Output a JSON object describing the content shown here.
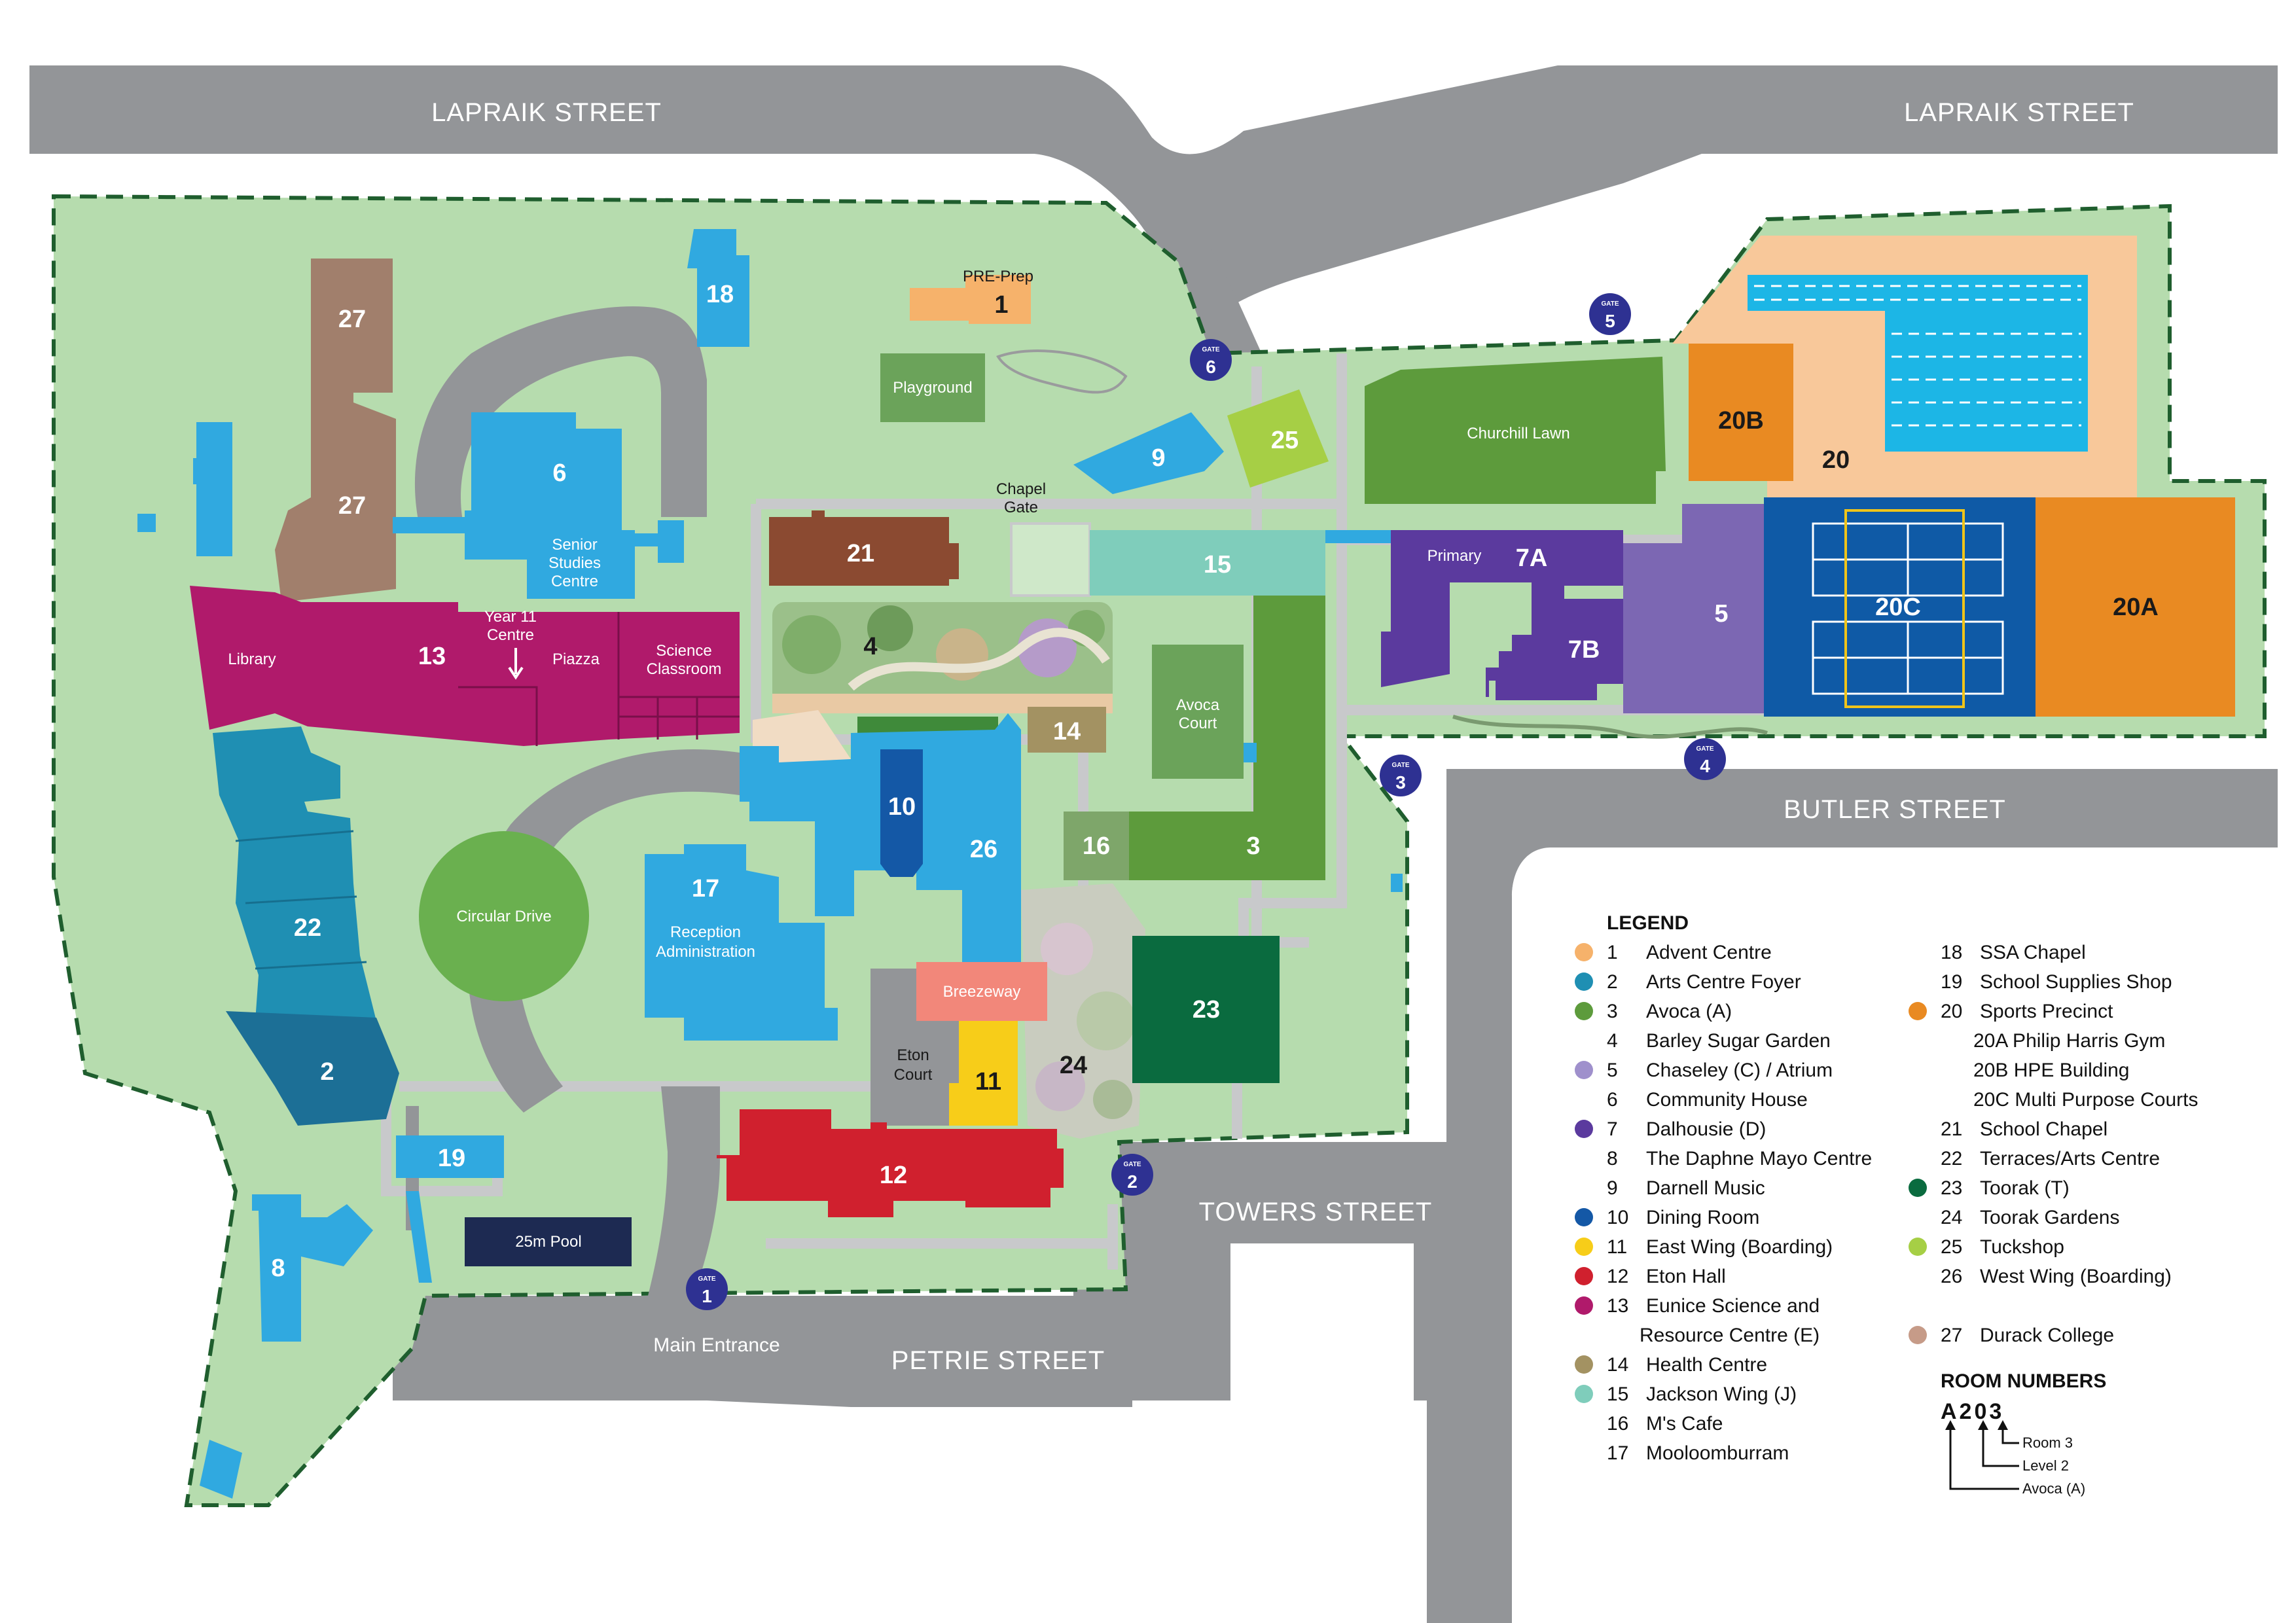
{
  "streets": {
    "lapraik_left": "LAPRAIK STREET",
    "lapraik_right": "LAPRAIK STREET",
    "butler": "BUTLER STREET",
    "towers": "TOWERS STREET",
    "petrie": "PETRIE STREET",
    "main_entrance": "Main Entrance"
  },
  "gates": {
    "label": "GATE",
    "g1": "1",
    "g2": "2",
    "g3": "3",
    "g4": "4",
    "g5": "5",
    "g6": "6"
  },
  "buildings": {
    "b1_label": "PRE-Prep",
    "b1_num": "1",
    "b2_num": "2",
    "b3_num": "3",
    "b4_num": "4",
    "b5_num": "5",
    "b6_num": "6",
    "b7a_num": "7A",
    "b7b_num": "7B",
    "primary": "Primary",
    "b8_num": "8",
    "b9_num": "9",
    "b10_num": "10",
    "b11_num": "11",
    "b12_num": "12",
    "b13_num": "13",
    "library": "Library",
    "year11_line1": "Year 11",
    "year11_line2": "Centre",
    "piazza": "Piazza",
    "science_line1": "Science",
    "science_line2": "Classroom",
    "b14_num": "14",
    "b15_num": "15",
    "b16_num": "16",
    "b17_num": "17",
    "reception_line1": "Reception",
    "reception_line2": "Administration",
    "b18_num": "18",
    "b19_num": "19",
    "b20_num": "20",
    "b20a_num": "20A",
    "b20b_num": "20B",
    "b20c_num": "20C",
    "b21_num": "21",
    "b22_num": "22",
    "b23_num": "23",
    "b24_num": "24",
    "b25_num": "25",
    "b26_num": "26",
    "b27a_num": "27",
    "b27b_num": "27",
    "senior_line1": "Senior",
    "senior_line2": "Studies",
    "senior_line3": "Centre",
    "playground": "Playground",
    "churchill": "Churchill Lawn",
    "chapel_gate_line1": "Chapel",
    "chapel_gate_line2": "Gate",
    "avoca_line1": "Avoca",
    "avoca_line2": "Court",
    "circular": "Circular Drive",
    "breezeway": "Breezeway",
    "eton_line1": "Eton",
    "eton_line2": "Court",
    "pool": "25m Pool"
  },
  "colors": {
    "road": "#939598",
    "grounds": "#b6dcae",
    "boundary": "#1f5e2e",
    "gate": "#2e3192"
  },
  "legend": {
    "title": "LEGEND",
    "col1": [
      {
        "num": "1",
        "name": "Advent Centre",
        "color": "#f6b26b"
      },
      {
        "num": "2",
        "name": "Arts Centre Foyer",
        "color": "#1f8fb3"
      },
      {
        "num": "3",
        "name": "Avoca (A)",
        "color": "#5d9b3c"
      },
      {
        "num": "4",
        "name": "Barley Sugar Garden",
        "color": ""
      },
      {
        "num": "5",
        "name": "Chaseley (C) / Atrium",
        "color": "#9f90cc"
      },
      {
        "num": "6",
        "name": "Community House",
        "color": ""
      },
      {
        "num": "7",
        "name": "Dalhousie (D)",
        "color": "#5b3a9e"
      },
      {
        "num": "8",
        "name": "The Daphne Mayo Centre",
        "color": ""
      },
      {
        "num": "9",
        "name": "Darnell Music",
        "color": ""
      },
      {
        "num": "10",
        "name": "Dining Room",
        "color": "#1458a6"
      },
      {
        "num": "11",
        "name": "East Wing (Boarding)",
        "color": "#f7cd19"
      },
      {
        "num": "12",
        "name": "Eton Hall",
        "color": "#d0202e"
      },
      {
        "num": "13",
        "name": "Eunice Science and",
        "color": "#b01a6b"
      },
      {
        "num": "",
        "name": "Resource Centre (E)",
        "color": ""
      },
      {
        "num": "14",
        "name": "Health Centre",
        "color": "#a39262"
      },
      {
        "num": "15",
        "name": "Jackson Wing (J)",
        "color": "#7fcdbb"
      },
      {
        "num": "16",
        "name": "M's Cafe",
        "color": ""
      },
      {
        "num": "17",
        "name": "Mooloomburram",
        "color": ""
      }
    ],
    "col2": [
      {
        "num": "18",
        "name": "SSA Chapel",
        "color": ""
      },
      {
        "num": "19",
        "name": "School Supplies Shop",
        "color": ""
      },
      {
        "num": "20",
        "name": "Sports Precinct",
        "color": "#e98a22"
      },
      {
        "num": "",
        "name": "20A Philip Harris Gym",
        "color": ""
      },
      {
        "num": "",
        "name": "20B HPE Building",
        "color": ""
      },
      {
        "num": "",
        "name": "20C Multi Purpose Courts",
        "color": ""
      },
      {
        "num": "21",
        "name": "School Chapel",
        "color": ""
      },
      {
        "num": "22",
        "name": "Terraces/Arts Centre",
        "color": ""
      },
      {
        "num": "23",
        "name": "Toorak (T)",
        "color": "#0a6b3f"
      },
      {
        "num": "24",
        "name": "Toorak Gardens",
        "color": ""
      },
      {
        "num": "25",
        "name": "Tuckshop",
        "color": "#a6cf45"
      },
      {
        "num": "26",
        "name": "West Wing (Boarding)",
        "color": ""
      },
      {
        "num": "",
        "name": "",
        "color": ""
      },
      {
        "num": "27",
        "name": "Durack College",
        "color": "#c69b88"
      }
    ]
  },
  "room_numbers": {
    "title": "ROOM NUMBERS",
    "code": "A203",
    "room": "Room 3",
    "level": "Level 2",
    "building": "Avoca (A)"
  }
}
